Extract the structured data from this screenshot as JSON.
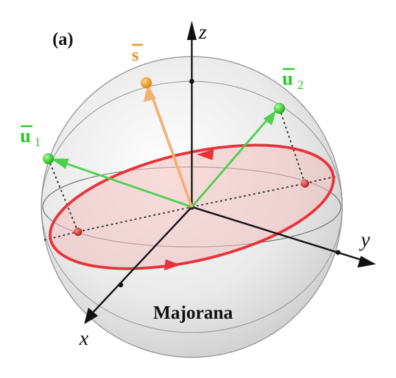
{
  "panel_label": "(a)",
  "sphere_label": "Majorana",
  "axes": {
    "x": "x",
    "y": "y",
    "z": "z"
  },
  "vectors": {
    "s": {
      "symbol": "s",
      "color": "#f0901a"
    },
    "u1": {
      "symbol": "u",
      "subscript": "1",
      "color": "#22cc22"
    },
    "u2": {
      "symbol": "u",
      "subscript": "2",
      "color": "#22cc22"
    }
  },
  "colors": {
    "orbit": "#e8323a",
    "disk_fill": "#f3c8c8",
    "sphere_edge": "#8a8a8a",
    "axis": "#111111"
  }
}
